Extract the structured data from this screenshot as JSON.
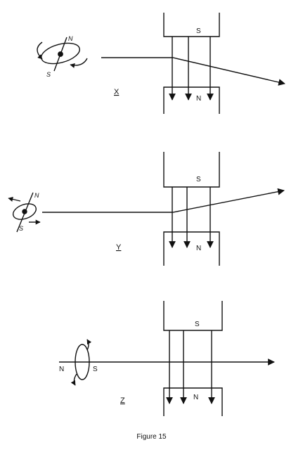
{
  "caption": "Figure 15",
  "panels": [
    {
      "label": "X",
      "magnet_top": "S",
      "magnet_bottom": "N",
      "atom_north": "N",
      "atom_south": "S",
      "beam": "deflected-down"
    },
    {
      "label": "Y",
      "magnet_top": "S",
      "magnet_bottom": "N",
      "atom_north": "N",
      "atom_south": "S",
      "beam": "deflected-up"
    },
    {
      "label": "Z",
      "magnet_top": "S",
      "magnet_bottom": "N",
      "atom_north": "N",
      "atom_south": "S",
      "beam": "undeflected"
    }
  ],
  "colors": {
    "ink": "#111111",
    "paper": "#ffffff"
  }
}
